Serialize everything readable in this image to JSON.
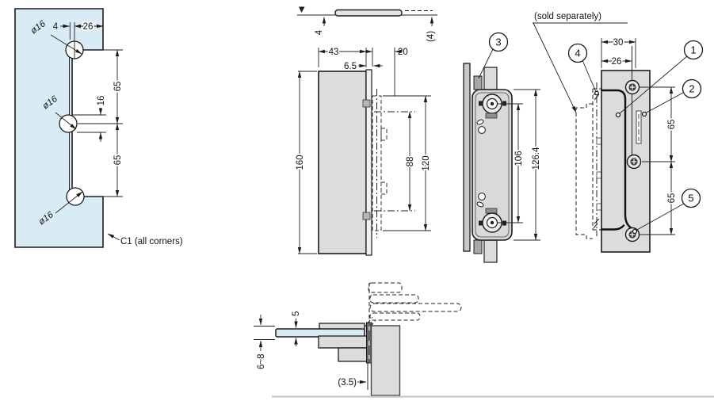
{
  "colors": {
    "glass": "#d9ecf6",
    "metal": "#dcdcdc",
    "metal_dark": "#a8a8a8",
    "line": "#1c1c1c",
    "rule": "#c2c6c9"
  },
  "views": {
    "glass_panel": {
      "dims": {
        "edge_offset": "4",
        "corner_width": "26",
        "pitch_top": "65",
        "hole_height": "16",
        "pitch_bottom": "65"
      },
      "holes": {
        "top": "ø16",
        "mid": "ø16",
        "bottom": "ø16"
      },
      "note": "C1 (all corners)"
    },
    "plan": {
      "dims": {
        "thickness": "4",
        "thickness_ref": "(4)"
      }
    },
    "front": {
      "dims": {
        "width": "43",
        "lip": "6.5",
        "depth": "20",
        "height": "160",
        "inner": "88",
        "outer": "120"
      }
    },
    "side": {
      "balloon": "3",
      "dims": {
        "screw_pitch": "106",
        "height": "126.4"
      }
    },
    "back": {
      "note": "(sold separately)",
      "balloons": {
        "b1": "1",
        "b2": "2",
        "b4": "4",
        "b5": "5"
      },
      "dims": {
        "width": "30",
        "hole_offset": "26",
        "pitch_top": "65",
        "pitch_bottom": "65"
      }
    },
    "section": {
      "dims": {
        "glass": "5",
        "range": "6~8",
        "clearance": "(3.5)"
      }
    }
  }
}
